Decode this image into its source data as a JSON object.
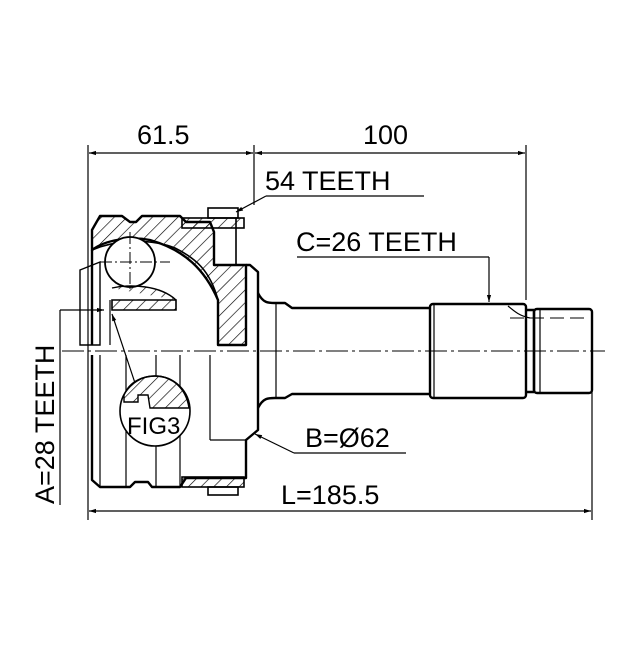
{
  "drawing": {
    "subject": "CV joint outer assembly",
    "line_color": "#000000",
    "background": "#ffffff"
  },
  "dimensions": {
    "housing_length": "61.5",
    "shaft_length": "100",
    "total_length": "L=185.5"
  },
  "callouts": {
    "abs_ring": "54 TEETH",
    "outer_spline": "C=26 TEETH",
    "seal_diameter": "B=Ø62",
    "inner_spline": "A=28 TEETH",
    "detail_ref": "FIG3"
  }
}
